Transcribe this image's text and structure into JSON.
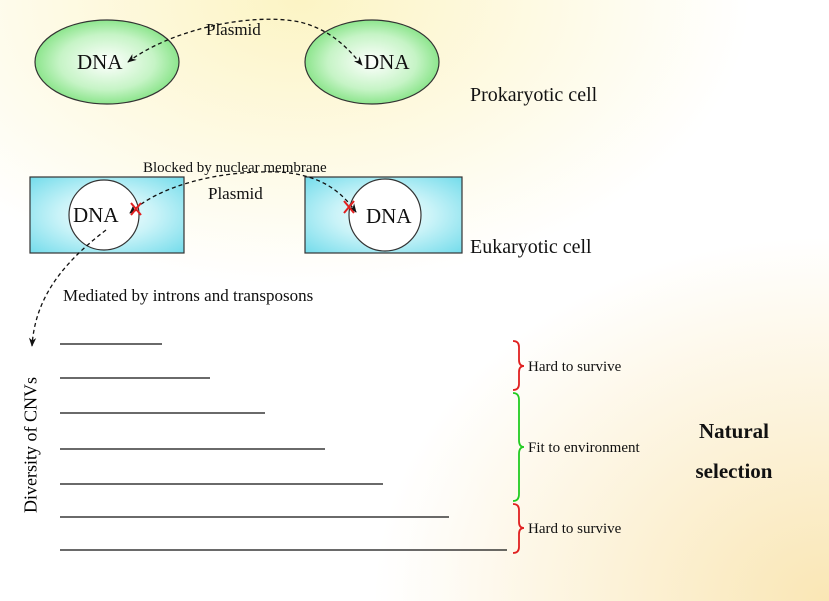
{
  "labels": {
    "dna": "DNA",
    "plasmid": "Plasmid",
    "prokaryotic": "Prokaryotic cell",
    "blocked": "Blocked by nuclear membrane",
    "eukaryotic": "Eukaryotic cell",
    "mediated": "Mediated by introns and transposons",
    "diversity": "Diversity of CNVs",
    "hard_top": "Hard to survive",
    "fit": "Fit to environment",
    "hard_bottom": "Hard to survive",
    "natural": "Natural",
    "selection": "selection"
  },
  "colors": {
    "prokaryote_fill": "#7fe07f",
    "eukaryote_fill": "#7ee0ee",
    "nucleus_fill": "#ffffff",
    "block_mark": "#e02020",
    "bracket_red": "#e02020",
    "bracket_green": "#22cc22"
  },
  "cnv_relative_lengths": [
    0.23,
    0.34,
    0.46,
    0.6,
    0.73,
    0.88,
    1.0
  ]
}
